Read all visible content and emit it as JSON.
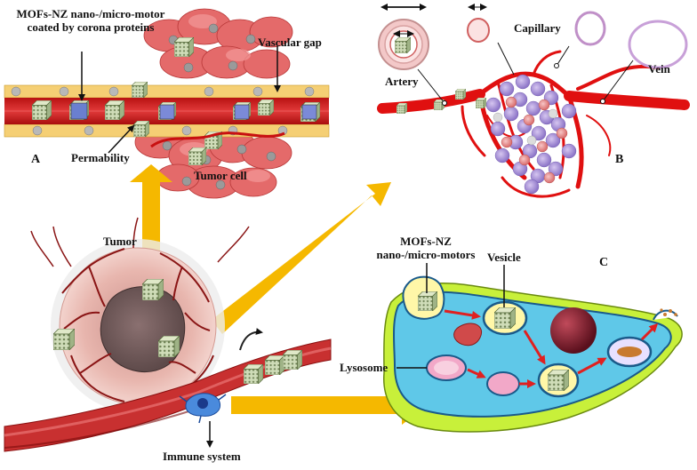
{
  "panel_a": {
    "letter": "A",
    "motor_label_line1": "MOFs-NZ nano-/micro-motor",
    "motor_label_line2": "coated by corona proteins",
    "vascular_gap": "Vascular gap",
    "permability": "Permability",
    "tumor_cell": "Tumor cell"
  },
  "panel_b": {
    "letter": "B",
    "capillary": "Capillary",
    "artery": "Artery",
    "vein": "Vein"
  },
  "panel_c": {
    "letter": "C",
    "motors_line1": "MOFs-NZ",
    "motors_line2": "nano-/micro-motors",
    "vesicle": "Vesicle",
    "lysosome": "Lysosome"
  },
  "bottom_left": {
    "tumor": "Tumor",
    "immune_system": "Immune system"
  },
  "colors": {
    "arrow_yellow": "#f5b800",
    "vessel_red": "#d82020",
    "cell_cyan": "#5fc8e8",
    "cell_lime": "#c8f03a",
    "arrow_red": "#e02020"
  }
}
